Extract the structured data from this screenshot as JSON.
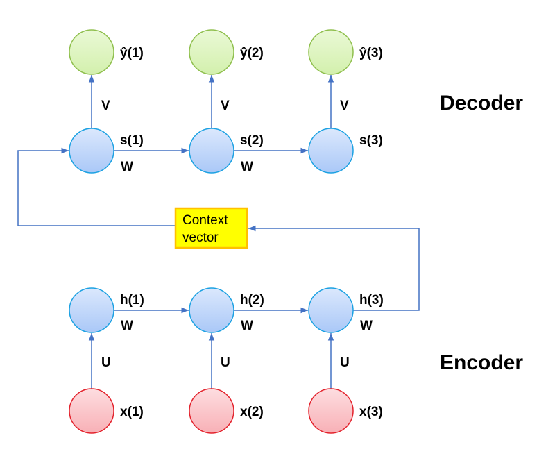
{
  "title": "Encoder-Decoder RNN",
  "sections": {
    "decoder": "Decoder",
    "encoder": "Encoder"
  },
  "context_vector": {
    "line1": "Context",
    "line2": "vector"
  },
  "colors": {
    "output_fill": "#dff5c0",
    "output_stroke": "#8fbf4d",
    "hidden_fill": "#c8dcfb",
    "hidden_stroke": "#1ba1e2",
    "input_fill": "#fbc8cc",
    "input_stroke": "#e3222c",
    "arrow": "#4472c4",
    "context_fill": "#ffff00",
    "context_stroke": "#ffc000"
  },
  "decoder": {
    "outputs": [
      "ŷ(1)",
      "ŷ(2)",
      "ŷ(3)"
    ],
    "states": [
      "s(1)",
      "s(2)",
      "s(3)"
    ],
    "output_weight": "V",
    "recurrent_weight": "W"
  },
  "encoder": {
    "hidden": [
      "h(1)",
      "h(2)",
      "h(3)"
    ],
    "inputs": [
      "x(1)",
      "x(2)",
      "x(3)"
    ],
    "input_weight": "U",
    "recurrent_weight": "W"
  }
}
